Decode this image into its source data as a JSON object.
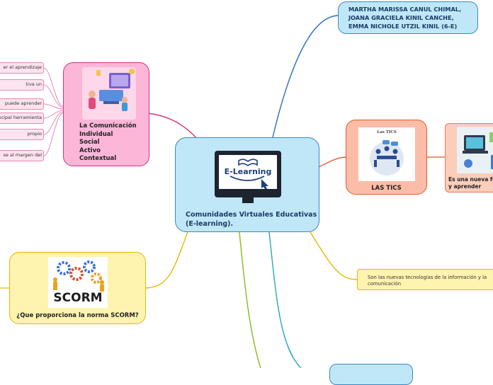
{
  "central": {
    "logo_text": "E-Learning",
    "title": "Comunidades Virtuales Educativas (E-learning)."
  },
  "authors": {
    "text": "MARTHA MARISSA CANUL CHIMAL, JOANA GRACIELA KINIL CANCHE, EMMA NICHOLE UTZIL KINIL (6-E)"
  },
  "comunicacion": {
    "text": "La Comunicación\nIndividual\nSocial\nActivo\nContextual",
    "leaves": [
      "er el aprendizaje",
      "tiva un",
      "puede aprender",
      "ncipal herramienta",
      "propio",
      "se al margen del"
    ]
  },
  "scorm": {
    "logo_text": "SCORM",
    "question": "¿Que proporciona la norma SCORM?"
  },
  "tics": {
    "image_caption": "Las TICS",
    "label": "LAS TICS",
    "leaf_text": "Es una nueva fo\ny aprender"
  },
  "tics_definition": {
    "text": "Son las nuevas tecnologías de la información y la comunicación"
  },
  "colors": {
    "blue_branch": "#2a6fc0",
    "pink_branch": "#d6337f",
    "yellow_branch": "#e6b800",
    "orange_branch": "#e05a2b",
    "green_branch": "#8bb81b",
    "teal_branch": "#2ba7b8"
  }
}
